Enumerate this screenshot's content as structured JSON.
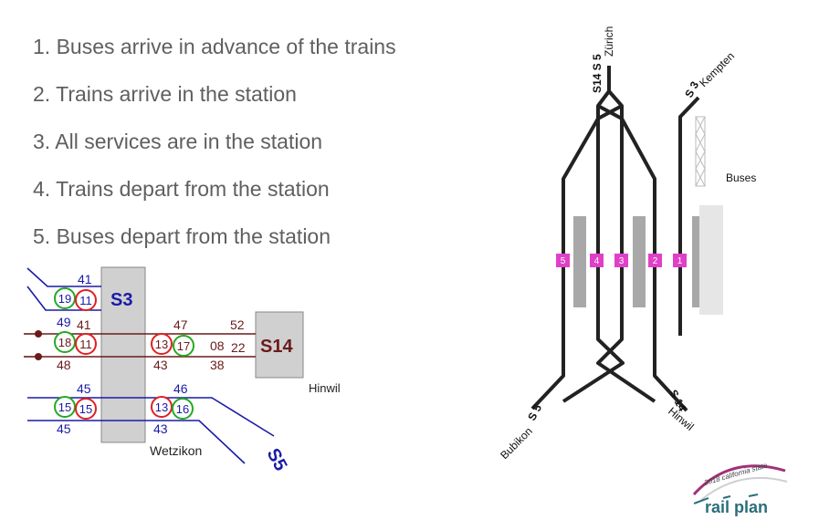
{
  "steps": [
    "1. Buses arrive in advance of the trains",
    "2. Trains arrive in the station",
    "3. All services are in the station",
    "4. Trains depart from the station",
    "5. Buses depart from the station"
  ],
  "schedule": {
    "s3_label": "S3",
    "s14_label": "S14",
    "s5_label": "S5",
    "hinwil": "Hinwil",
    "wetzikon": "Wetzikon",
    "times": {
      "b_41_top": "41",
      "b_49": "49",
      "b_41_mid": "41",
      "s14_47": "47",
      "s14_52": "52",
      "s14_08": "08",
      "s14_22": "22",
      "s14_48": "48",
      "s14_43": "43",
      "s14_38": "38",
      "s5_45_top": "45",
      "s5_46": "46",
      "s5_45_bot": "45",
      "s5_43": "43"
    },
    "circles": {
      "c19": "19",
      "c11a": "11",
      "c18": "18",
      "c11b": "11",
      "c13a": "13",
      "c17": "17",
      "c15a": "15",
      "c15b": "15",
      "c13b": "13",
      "c16": "16"
    }
  },
  "track": {
    "zurich_lines": "S14 S 5",
    "zurich": "Zürich",
    "s3": "S 3",
    "kempten": "Kempten",
    "buses": "Buses",
    "s5": "S 5",
    "bubikon": "Bubikon",
    "s14": "S 14",
    "hinwil": "Hinwil",
    "platforms": [
      "5",
      "4",
      "3",
      "2",
      "1"
    ]
  },
  "logo": {
    "year_text": "2018 california state",
    "name": "rail plan"
  },
  "colors": {
    "blue": "#1a1aa8",
    "maroon": "#6b1a1a",
    "red_circle": "#e02020",
    "green_circle": "#22aa22",
    "platform_magenta": "#e040c8",
    "track": "#222222",
    "logo_purple": "#a0307a",
    "logo_teal": "#2a6e7a"
  }
}
